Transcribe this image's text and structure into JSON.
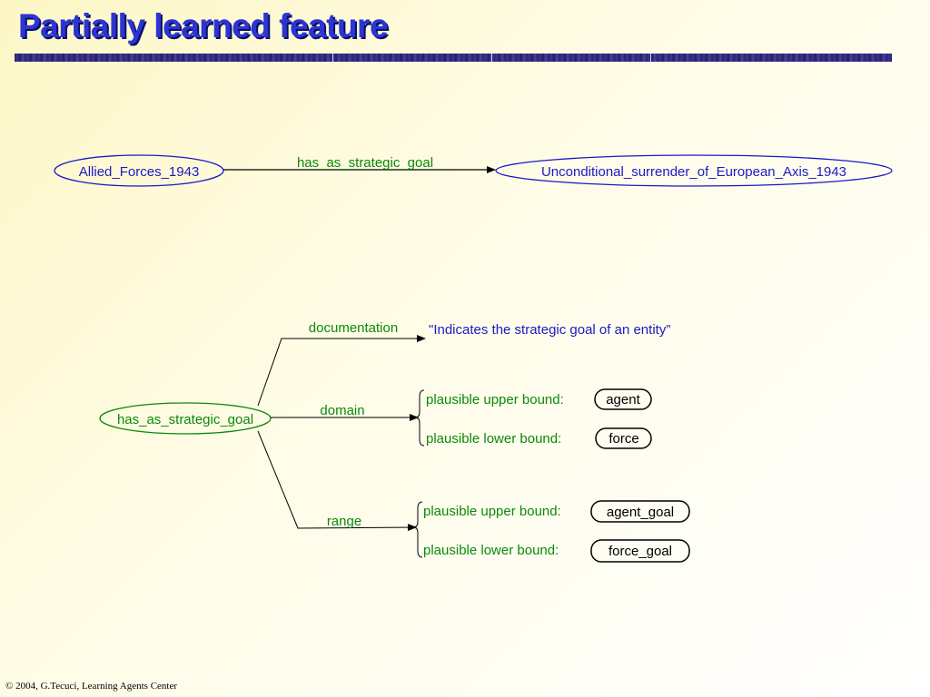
{
  "title": "Partially learned feature",
  "footer": "© 2004, G.Tecuci, Learning Agents Center",
  "colors": {
    "title": "#2c35d2",
    "concept": "#1a1ac8",
    "feature": "#0a8a0a",
    "bound": "#000000"
  },
  "top_relation": {
    "subject": "Allied_Forces_1943",
    "predicate": "has_as_strategic_goal",
    "object": "Unconditional_surrender_of_European_Axis_1943"
  },
  "feature": {
    "name": "has_as_strategic_goal",
    "documentation": {
      "label": "documentation",
      "value": "\"Indicates the strategic goal of an entity”"
    },
    "domain": {
      "label": "domain",
      "upper_label": "plausible upper bound:",
      "upper_value": "agent",
      "lower_label": "plausible lower bound:",
      "lower_value": "force"
    },
    "range": {
      "label": "range",
      "upper_label": "plausible upper bound:",
      "upper_value": "agent_goal",
      "lower_label": "plausible lower bound:",
      "lower_value": "force_goal"
    }
  }
}
